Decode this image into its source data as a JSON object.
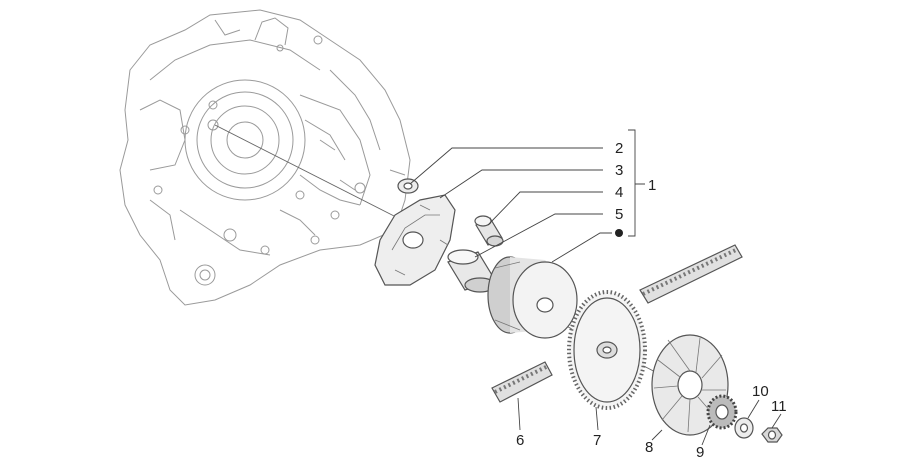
{
  "callouts": {
    "c1": "1",
    "c2": "2",
    "c3": "3",
    "c4": "4",
    "c5": "5",
    "c6": "6",
    "c7": "7",
    "c8": "8",
    "c9": "9",
    "c10": "10",
    "c11": "11"
  },
  "colors": {
    "line": "#555555",
    "fill_light": "#f2f2f2",
    "fill_mid": "#d9d9d9",
    "fill_dark": "#bdbdbd"
  }
}
